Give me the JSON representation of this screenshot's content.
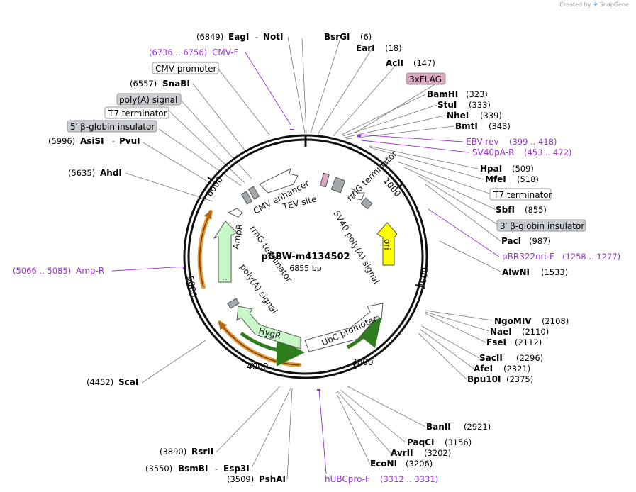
{
  "credit": {
    "prefix": "Created by",
    "brand": "SnapGene"
  },
  "plasmid": {
    "name": "pGBW-m4134502",
    "length_label": "6855 bp",
    "length": 6855
  },
  "ruler_ticks": [
    "1000",
    "2000",
    "3000",
    "4000",
    "5000",
    "6000"
  ],
  "sites": [
    {
      "name": "EagI",
      "pos": "(6849)",
      "join": "-"
    },
    {
      "name": "NotI",
      "pos": ""
    },
    {
      "name": "BsrGI",
      "pos": "(6)"
    },
    {
      "name": "EarI",
      "pos": "(18)"
    },
    {
      "name": "AclI",
      "pos": "(147)"
    },
    {
      "name": "BamHI",
      "pos": "(323)"
    },
    {
      "name": "StuI",
      "pos": "(333)"
    },
    {
      "name": "NheI",
      "pos": "(339)"
    },
    {
      "name": "BmtI",
      "pos": "(343)"
    },
    {
      "name": "HpaI",
      "pos": "(509)"
    },
    {
      "name": "MfeI",
      "pos": "(518)"
    },
    {
      "name": "SbfI",
      "pos": "(855)"
    },
    {
      "name": "PacI",
      "pos": "(987)"
    },
    {
      "name": "AlwNI",
      "pos": "(1533)"
    },
    {
      "name": "NgoMIV",
      "pos": "(2108)"
    },
    {
      "name": "NaeI",
      "pos": "(2110)"
    },
    {
      "name": "FseI",
      "pos": "(2112)"
    },
    {
      "name": "SacII",
      "pos": "(2296)"
    },
    {
      "name": "AfeI",
      "pos": "(2321)"
    },
    {
      "name": "Bpu10I",
      "pos": "(2375)"
    },
    {
      "name": "BanII",
      "pos": "(2921)"
    },
    {
      "name": "PaqCI",
      "pos": "(3156)"
    },
    {
      "name": "AvrII",
      "pos": "(3202)"
    },
    {
      "name": "EcoNI",
      "pos": "(3206)"
    },
    {
      "name": "PshAI",
      "pos": "(3509)"
    },
    {
      "name": "BsmBI",
      "pos": "(3550)",
      "join": "-"
    },
    {
      "name": "Esp3I",
      "pos": ""
    },
    {
      "name": "RsrII",
      "pos": "(3890)"
    },
    {
      "name": "ScaI",
      "pos": "(4452)"
    },
    {
      "name": "AhdI",
      "pos": "(5635)"
    },
    {
      "name": "AsiSI",
      "pos": "(5996)",
      "join": "-"
    },
    {
      "name": "PvuI",
      "pos": ""
    },
    {
      "name": "SnaBI",
      "pos": "(6557)"
    }
  ],
  "primers": [
    {
      "name": "CMV-F",
      "pos": "(6736 .. 6756)"
    },
    {
      "name": "EBV-rev",
      "pos": "(399 .. 418)"
    },
    {
      "name": "SV40pA-R",
      "pos": "(453 .. 472)"
    },
    {
      "name": "pBR322ori-F",
      "pos": "(1258 .. 1277)"
    },
    {
      "name": "Amp-R",
      "pos": "(5066 .. 5085)"
    },
    {
      "name": "hUBCpro-F",
      "pos": "(3312 .. 3331)"
    }
  ],
  "boxed_labels": [
    {
      "text": "CMV promoter",
      "style": "white"
    },
    {
      "text": "poly(A) signal",
      "style": "gray"
    },
    {
      "text": "T7 terminator",
      "style": "white"
    },
    {
      "text": "5′ β-globin insulator",
      "style": "gray"
    },
    {
      "text": "3xFLAG",
      "style": "pink"
    },
    {
      "text": "T7 terminator",
      "style": "white"
    },
    {
      "text": "3′ β-globin insulator",
      "style": "gray"
    }
  ],
  "features": [
    {
      "label": "CMV enhancer"
    },
    {
      "label": "TEV site"
    },
    {
      "label": "rrnG terminator"
    },
    {
      "label": "SV40 poly(A) signal"
    },
    {
      "label": "ori"
    },
    {
      "label": "UbC promoter"
    },
    {
      "label": "HygR"
    },
    {
      "label": "poly(A) signal"
    },
    {
      "label": "rrnG terminator"
    },
    {
      "label": "AmpR"
    }
  ],
  "colors": {
    "ori": "#ffff00",
    "resistance": "#c8f7c8",
    "promoter": "#ffffff",
    "terminator": "#a3a8ad",
    "tag": "#d9a8c0",
    "primer": "#9b30d0",
    "ring": "#111111",
    "orange_band": "#e39a3a",
    "green_band": "#2f7d1e"
  }
}
